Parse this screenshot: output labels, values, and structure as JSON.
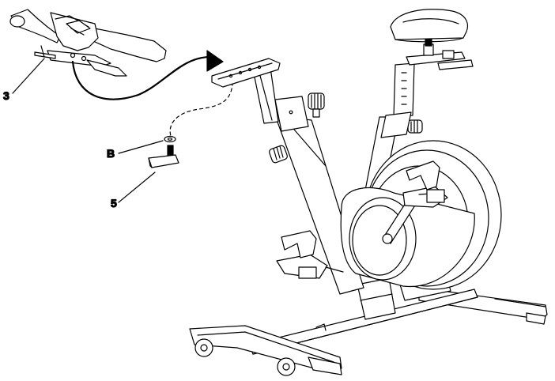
{
  "diagram": {
    "callouts": [
      {
        "id": "3",
        "label": "3",
        "part": "handlebar"
      },
      {
        "id": "B",
        "label": "B",
        "part": "washer"
      },
      {
        "id": "5",
        "label": "5",
        "part": "handlebar-bolt"
      }
    ]
  },
  "colors": {
    "line": "#000000",
    "fill": "#ffffff",
    "shade": "#d9d9d9"
  }
}
